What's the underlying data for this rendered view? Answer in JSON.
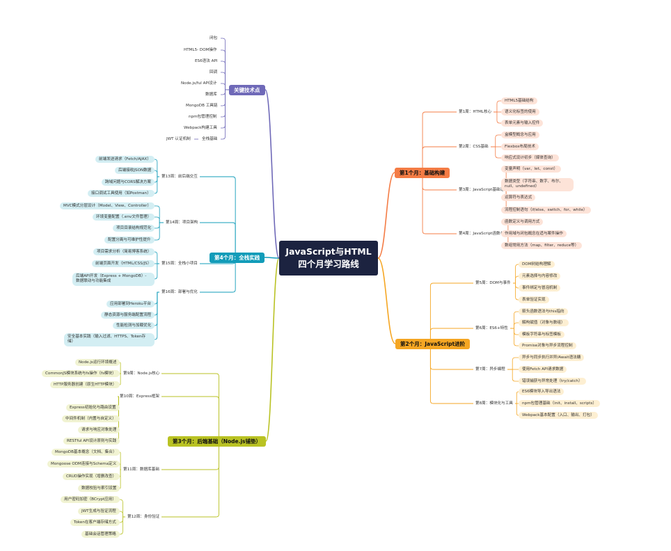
{
  "title": "JavaScript与HTML四个月学习路线",
  "colors": {
    "root": "#1c2340",
    "month1": "#f47c45",
    "month2": "#f5a623",
    "month3": "#b9c223",
    "month4": "#129cb9",
    "tech": "#6f69b8"
  },
  "branches": {
    "month1": {
      "label": "第1个月：基础构建",
      "weeks": [
        {
          "label": "第1周：HTML核心",
          "items": [
            "HTML5基础结构",
            "语义化标签的使用",
            "表单元素与输入控件"
          ]
        },
        {
          "label": "第2周：CSS基础",
          "items": [
            "盒模型概念与应用",
            "Flexbox布局技术",
            "响应式设计初步（媒体查询）"
          ]
        },
        {
          "label": "第3周：JavaScript基础语法",
          "items": [
            "变量声明（var、let、const）",
            "数据类型（字符串、数字、布尔、null、undefined）",
            "运算符与表达式",
            "流程控制语句（if/else、switch、for、while）"
          ]
        },
        {
          "label": "第4周：JavaScript函数与对象",
          "items": [
            "函数定义与调用方式",
            "作用域与闭包概念在适与案件操作",
            "数组常用方法（map、filter、reduce等）"
          ]
        }
      ]
    },
    "month2": {
      "label": "第2个月：JavaScript进阶",
      "weeks": [
        {
          "label": "第5周：DOM与事件",
          "items": [
            "DOM树结构理解",
            "元素选择与内容修改",
            "事件绑定与冒泡机制",
            "表单验证实现"
          ]
        },
        {
          "label": "第6周：ES6+特性",
          "items": [
            "箭头函数语法与this指向",
            "解构赋值（对象与数组）",
            "模板字符串与标签模板",
            "Promise对象与异步流程控制"
          ]
        },
        {
          "label": "第7周：异步编程",
          "items": [
            "异步与同步执行并异/Await语法糖",
            "使用Fetch API请求数据",
            "错误捕获与异常处理（try/catch）"
          ]
        },
        {
          "label": "第8周：模块化与工具",
          "items": [
            "ES6模块导入导出语法",
            "npm包管理基础（init、install、scripts）",
            "Webpack基本配置（入口、输出、打包）"
          ]
        }
      ]
    },
    "month3": {
      "label": "第3个月：后端基础（Node.js铺垫）",
      "weeks": [
        {
          "label": "第9周：Node.js核心",
          "items": [
            "Node.js运行环境概述",
            "CommonJS模块系统与fs操作（fs模块）",
            "HTTP服务器创建（原生HTTP模块）"
          ]
        },
        {
          "label": "第10周：Express框架",
          "items": [
            "Express初始化与路由设置",
            "中间件机制（内置与自定义）",
            "请求与响应对象处理",
            "RESTful API设计原则与实践"
          ]
        },
        {
          "label": "第11周：数据库基础",
          "items": [
            "MongoDB基本概念（文档、集合）",
            "Mongoose ODM连接与Schema定义",
            "CRUD操作实现（增删改查）",
            "数据校验与索引设置"
          ]
        },
        {
          "label": "第12周：身份验证",
          "items": [
            "用户密码加密（BCrypt应用）",
            "JWT生成与验证流程",
            "Token在客户端存储方式",
            "基础会话管理策略"
          ]
        }
      ]
    },
    "month4": {
      "label": "第4个月：全栈实践",
      "weeks": [
        {
          "label": "第13周：前后端交互",
          "items": [
            "前端发送请求（Fetch/AJAX）",
            "后端接收JSON数据",
            "跨域问题与CORS解决方案",
            "接口调试工具使用（如Postman）"
          ]
        },
        {
          "label": "第14周：项目架构",
          "items": [
            "MVC模式分层设计（Model、View、Controller）",
            "环境变量配置（.env文件管理）",
            "项目目录结构规范化",
            "配置分离与可维护性提升"
          ]
        },
        {
          "label": "第15周：全栈小项目",
          "items": [
            "项目需求分析（简易博客系统）",
            "前端页面开发（HTML/CSS/JS）",
            "后端API开发（Express + MongoDB）- 数据联动与功能集成"
          ]
        },
        {
          "label": "第16周：部署与优化",
          "items": [
            "应用部署到Heroku平台",
            "静态资源与服务端配置流程",
            "性能检测与加载优化",
            "安全基本实践（输入过滤、HTTPS、Token存储）"
          ]
        }
      ]
    },
    "tech": {
      "label": "关键技术点",
      "items": [
        "闭包",
        "HTML5- DOM操作",
        "ES6语法 API",
        "回调",
        "Node.js/ful API设计",
        "数据库",
        "MongoDB 工具链",
        "npm包管理控制",
        "Webpack构建工具",
        "全栈基础"
      ],
      "extra": "JWT 认证机制"
    }
  }
}
